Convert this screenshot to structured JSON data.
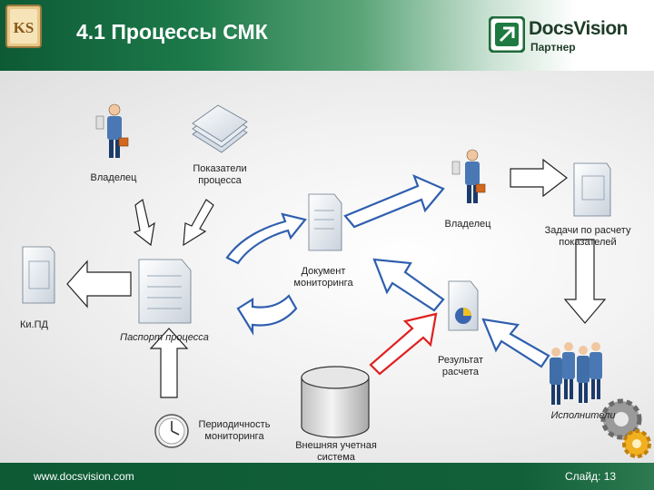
{
  "header": {
    "title": "4.1 Процессы СМК",
    "logo_text": "KS",
    "brand": {
      "name": "DocsVision",
      "subtitle": "Партнер"
    }
  },
  "diagram": {
    "nodes": {
      "owner_left": "Владелец",
      "indicators": "Показатели\nпроцесса",
      "owner_right": "Владелец",
      "tasks": "Задачи по расчету\nпоказателей",
      "kipd": "Ки.ПД",
      "monitoring_doc": "Документ\nмониторинга",
      "passport": "Паспорт процесса",
      "result": "Результат\nрасчета",
      "periodicity": "Периодичность\nмониторинга",
      "external_system": "Внешняя учетная\nсистема",
      "executors": "Исполнители"
    }
  },
  "footer": {
    "url": "www.docsvision.com",
    "slide": "Слайд: 13"
  }
}
